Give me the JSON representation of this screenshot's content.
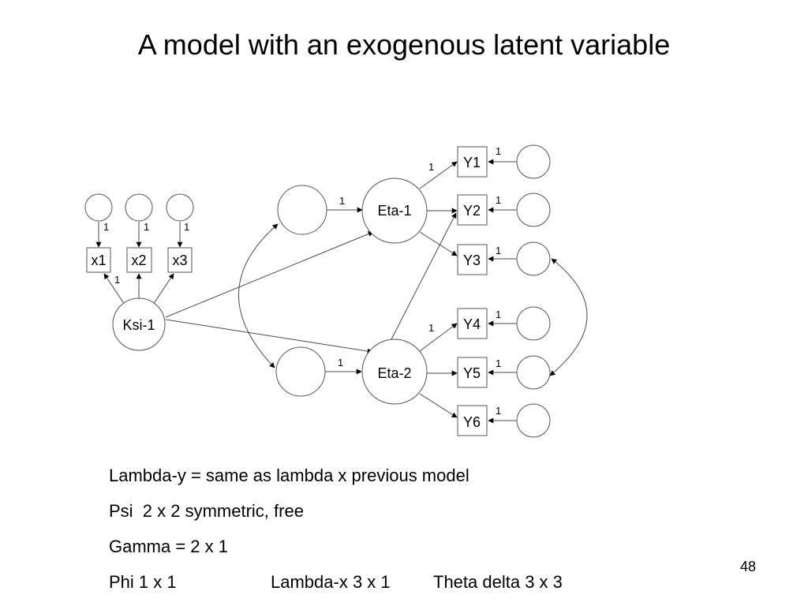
{
  "slide": {
    "title": "A model with an exogenous latent variable",
    "page_number": "48"
  },
  "diagram": {
    "nodes": {
      "ksi1": "Ksi-1",
      "eta1": "Eta-1",
      "eta2": "Eta-2",
      "x1": "x1",
      "x2": "x2",
      "x3": "x3",
      "y1": "Y1",
      "y2": "Y2",
      "y3": "Y3",
      "y4": "Y4",
      "y5": "Y5",
      "y6": "Y6"
    },
    "path_label": "1"
  },
  "notes": {
    "line1": "Lambda-y = same as lambda x previous model",
    "line2": "Psi  2 x 2 symmetric, free",
    "line3": "Gamma = 2 x 1",
    "line4_a": "Phi 1 x 1",
    "line4_b": "Lambda-x 3 x 1",
    "line4_c": "Theta delta 3 x 3"
  }
}
